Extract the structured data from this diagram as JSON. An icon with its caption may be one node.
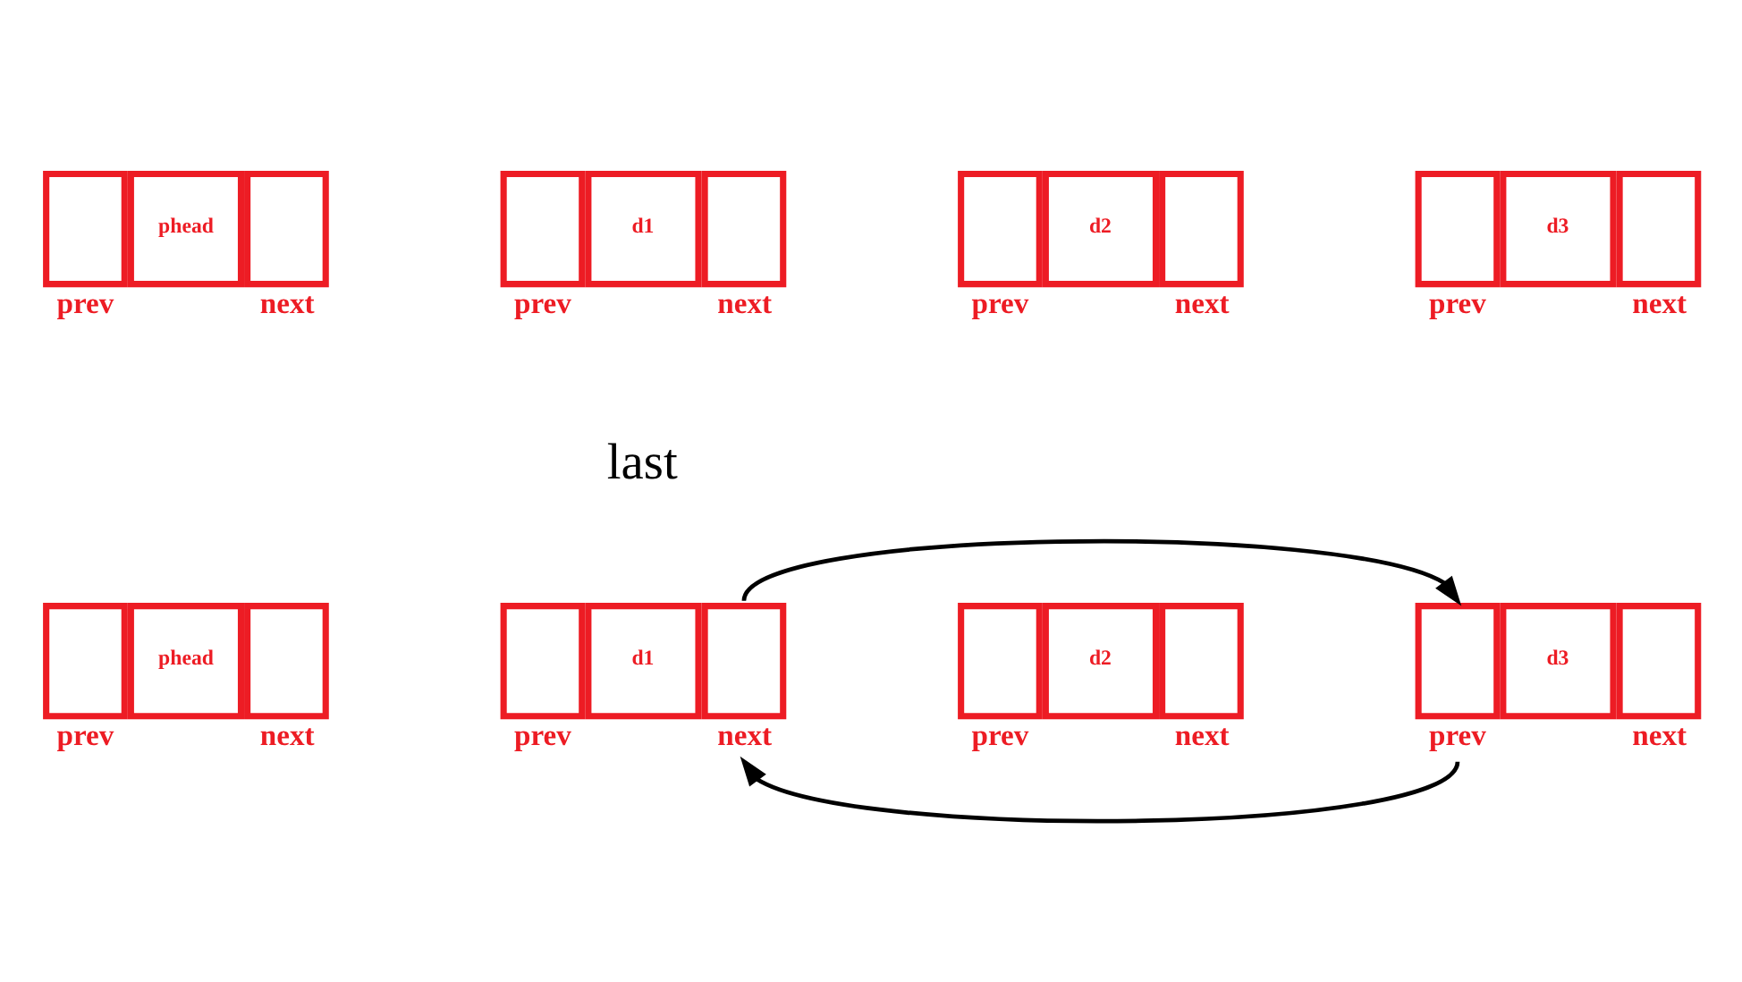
{
  "diagram": {
    "nodes": [
      {
        "text": [
          "phead"
        ],
        "beside": [
          "prev",
          "next"
        ]
      },
      {
        "text": [
          "d1"
        ],
        "beside": [
          "prev",
          "next"
        ]
      },
      {
        "text": [
          "d2"
        ],
        "beside": [
          "prev",
          "next"
        ]
      },
      {
        "text": [
          "d3"
        ],
        "beside": [
          "prev",
          "next"
        ]
      },
      {
        "text": [
          "phead"
        ],
        "beside": [
          "prev",
          "next"
        ]
      },
      {
        "text": [
          "d1"
        ],
        "beside": [
          "prev",
          "next"
        ]
      },
      {
        "text": [
          "d2"
        ],
        "beside": [
          "prev",
          "next"
        ]
      },
      {
        "text": [
          "d3"
        ],
        "beside": [
          "prev",
          "next"
        ]
      }
    ],
    "edges": [
      {
        "from": 5,
        "to": 7,
        "arrow": "to"
      },
      {
        "from": 7,
        "to": 5,
        "arrow": "to"
      }
    ],
    "labels": [
      "last"
    ]
  }
}
